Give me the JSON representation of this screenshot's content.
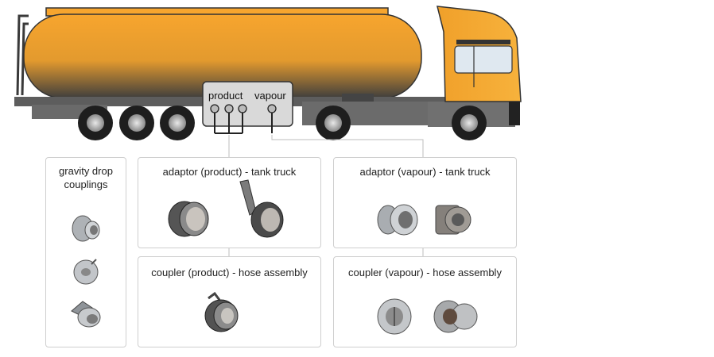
{
  "truck": {
    "manifold_labels": {
      "product": "product",
      "vapour": "vapour"
    },
    "colors": {
      "tank_top": "#f7a52e",
      "tank_bottom": "#4a4a4a",
      "cab": "#f5a623",
      "chassis": "#5a5a5a",
      "manifold": "#d9d9d9"
    }
  },
  "panels": {
    "gravity": {
      "title": "gravity drop couplings"
    },
    "adaptor_product": {
      "title": "adaptor (product) - tank truck"
    },
    "adaptor_vapour": {
      "title": "adaptor (vapour) - tank truck"
    },
    "coupler_product": {
      "title": "coupler (product) - hose assembly"
    },
    "coupler_vapour": {
      "title": "coupler (vapour) - hose assembly"
    }
  }
}
